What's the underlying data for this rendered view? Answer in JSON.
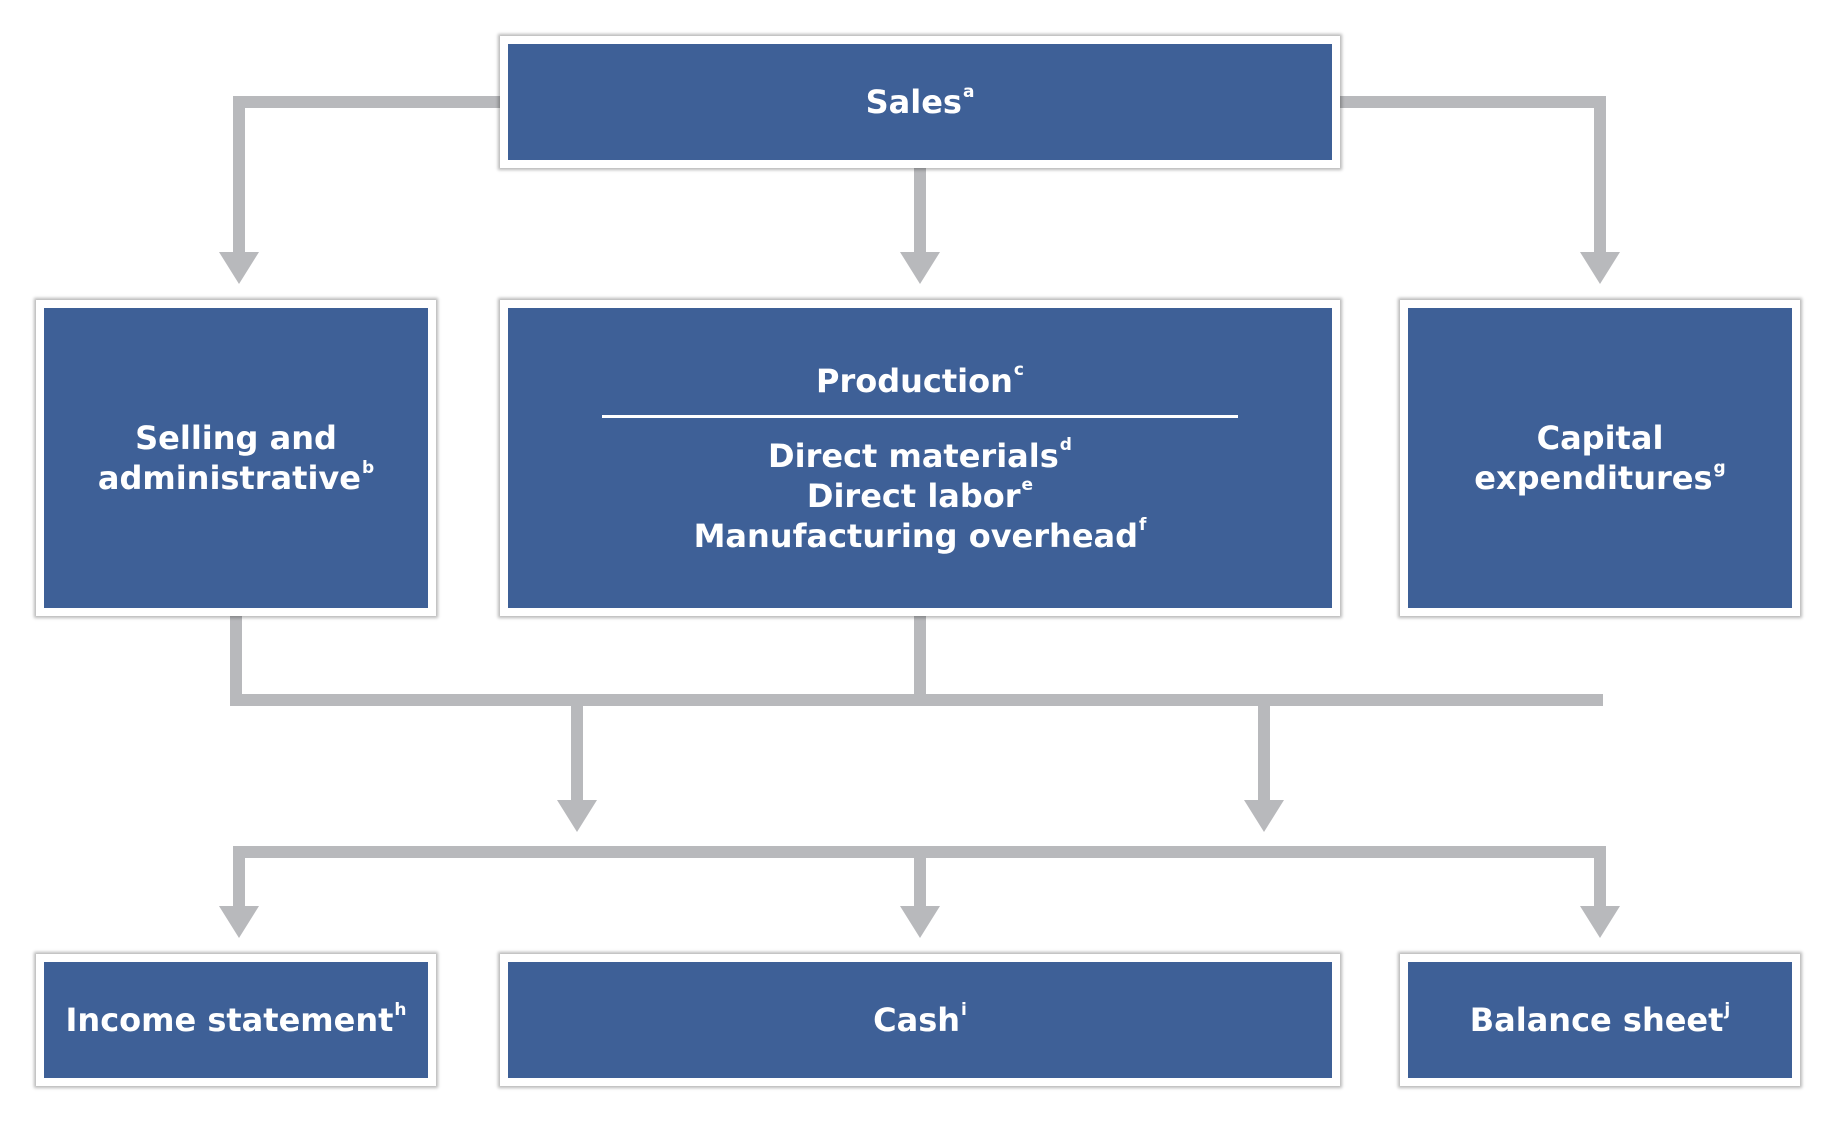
{
  "colors": {
    "box_fill": "#3e6097",
    "box_border": "#ffffff",
    "connector": "#b8b9bc",
    "text": "#ffffff"
  },
  "sales": {
    "label": "Sales",
    "note": "a"
  },
  "selling": {
    "line1": "Selling and",
    "line2": "administrative",
    "note": "b"
  },
  "production": {
    "title": "Production",
    "title_note": "c",
    "items": [
      {
        "label": "Direct materials",
        "note": "d"
      },
      {
        "label": "Direct labor",
        "note": "e"
      },
      {
        "label": "Manufacturing overhead",
        "note": "f"
      }
    ]
  },
  "capital": {
    "line1": "Capital",
    "line2": "expenditures",
    "note": "g"
  },
  "income": {
    "label": "Income statement",
    "note": "h"
  },
  "cash": {
    "label": "Cash",
    "note": "i"
  },
  "balance": {
    "label": "Balance sheet",
    "note": "j"
  }
}
